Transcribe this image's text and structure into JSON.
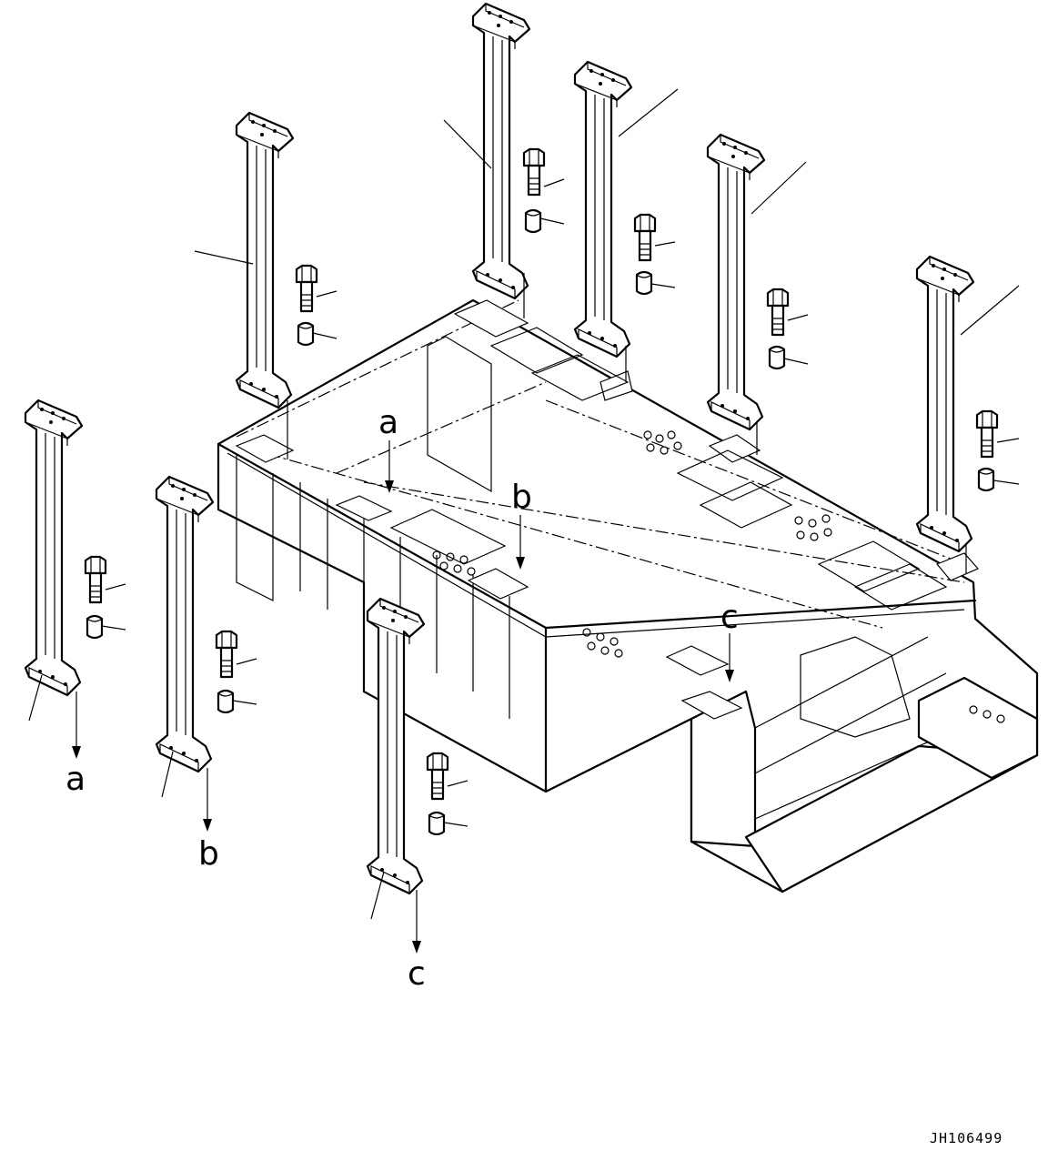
{
  "labels": {
    "a_top": "a",
    "b_top": "b",
    "c_top": "c",
    "a_bottom": "a",
    "b_bottom": "b",
    "c_bottom": "c"
  },
  "drawing_code": "JH106499"
}
